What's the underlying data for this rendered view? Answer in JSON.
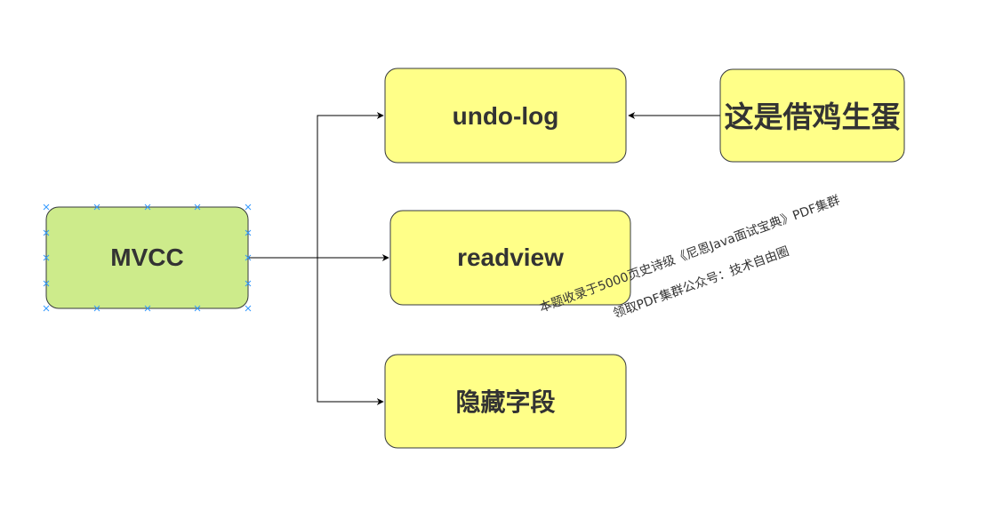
{
  "nodes": {
    "mvcc": {
      "label": "MVCC",
      "fill": "#cdeb8b",
      "stroke": "#36393d"
    },
    "undo_log": {
      "label": "undo-log",
      "fill": "#ffff88",
      "stroke": "#36393d"
    },
    "readview": {
      "label": "readview",
      "fill": "#ffff88",
      "stroke": "#36393d"
    },
    "hidden_fields": {
      "label": "隐藏字段",
      "fill": "#ffff88",
      "stroke": "#36393d"
    },
    "note": {
      "label": "这是借鸡生蛋",
      "fill": "#ffff88",
      "stroke": "#36393d"
    }
  },
  "watermark": {
    "line1": "本题收录于5000页史诗级《尼恩Java面试宝典》PDF集群",
    "line2": "领取PDF集群公众号：技术自由圈"
  },
  "colors": {
    "edge": "#000000",
    "selection_handle": "#3399ff"
  }
}
